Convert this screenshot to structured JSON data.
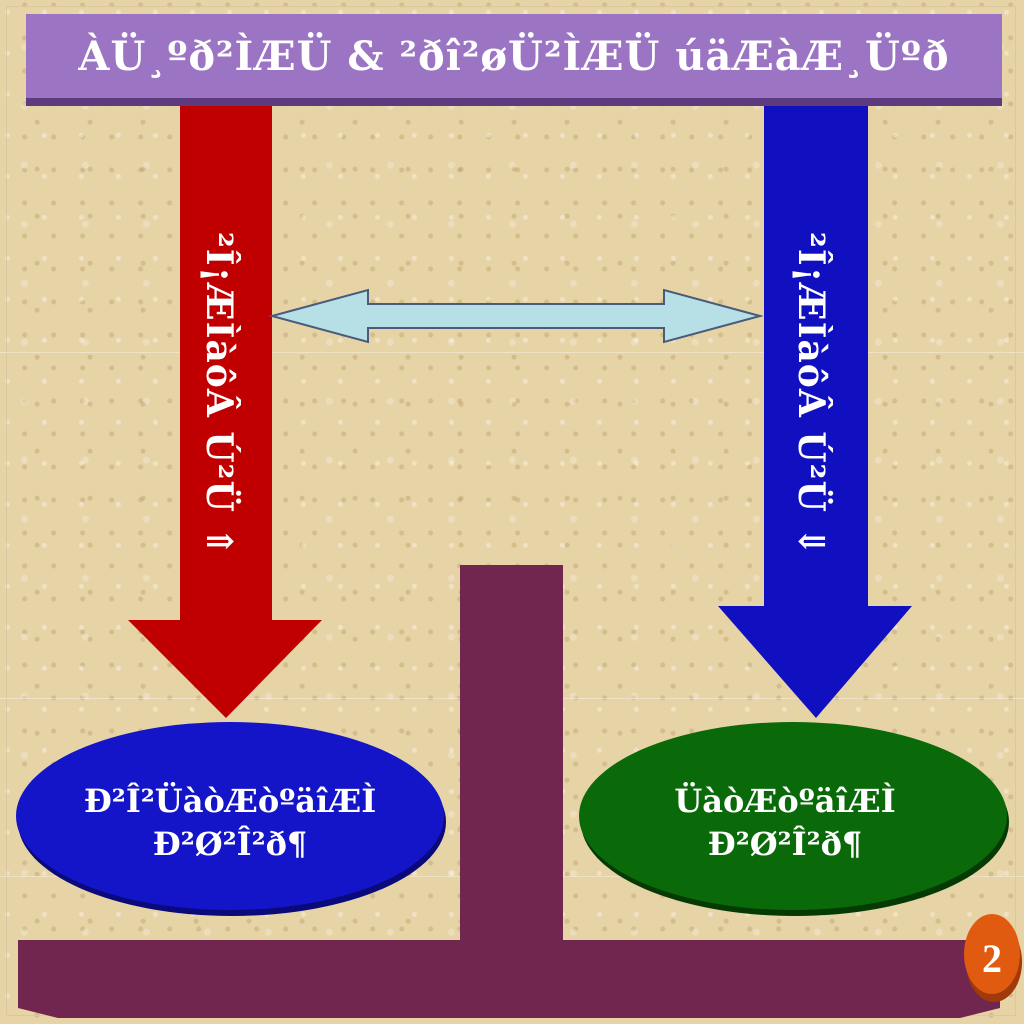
{
  "title": "ÀÜ¸ºð²ÌÆÜ & ²ðî²øÜ²ÌÆÜ úäÆàÆ¸Üºð",
  "left_arrow": {
    "label": "²Î¡ÆÌàôÂ Ú²Ü ⇑",
    "color": "#c00000"
  },
  "right_arrow": {
    "label": "²Î¡ÆÌàôÂ Ú²Ü ⇓",
    "color": "#1010c0"
  },
  "double_arrow": {
    "color": "#b7e0e6"
  },
  "left_ellipse": {
    "line1": "Ð²Î²ÜàòÆòºäîÆÌ",
    "line2": "Ð²Ø²Î²ð¶",
    "color": "#1414c8"
  },
  "right_ellipse": {
    "line1": "ÜàòÆòºäîÆÌ",
    "line2": "Ð²Ø²Î²ð¶",
    "color": "#0a6a0a"
  },
  "page_number": "2",
  "colors": {
    "title_bar": "#9b75c4",
    "stand": "#70264e",
    "badge": "#e05a10"
  }
}
